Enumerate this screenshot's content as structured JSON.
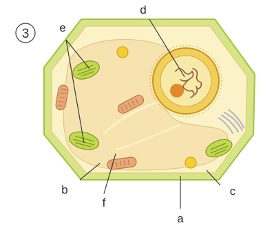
{
  "figure": {
    "number": "3"
  },
  "labels": {
    "a": "a",
    "b": "b",
    "c": "c",
    "d": "d",
    "e": "e",
    "f": "f"
  }
}
